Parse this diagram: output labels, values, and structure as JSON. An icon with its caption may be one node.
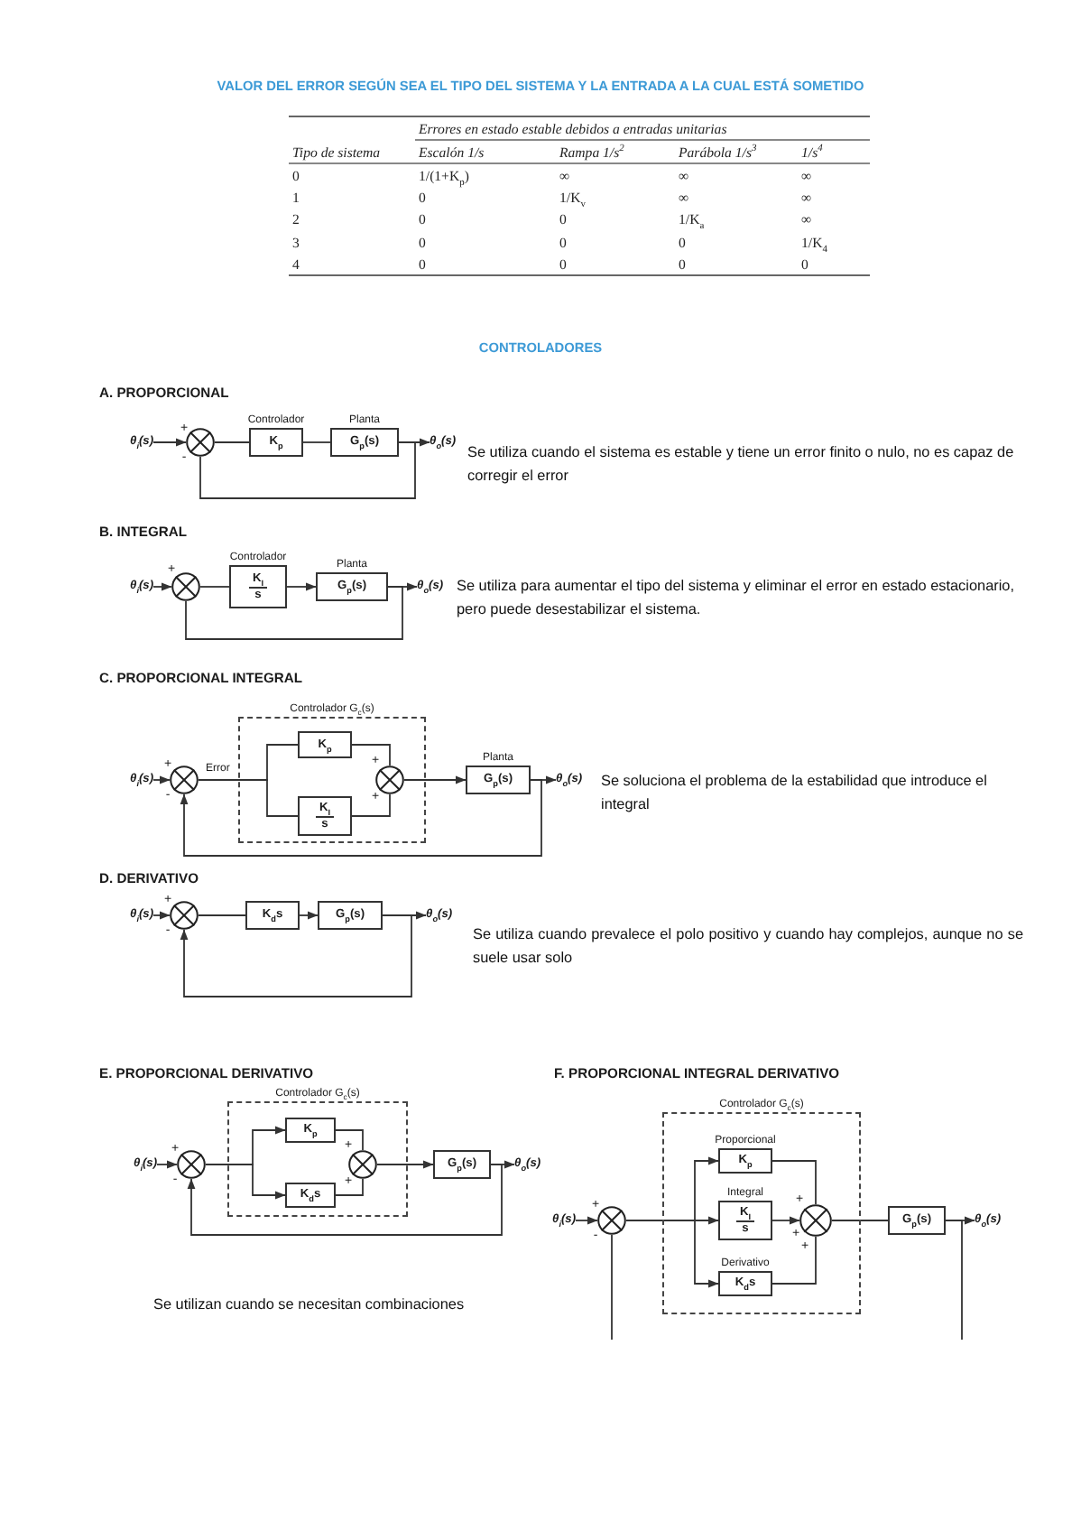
{
  "diagram": {
    "title": "VALOR DEL ERROR SEGÚN SEA EL TIPO DEL SISTEMA Y LA ENTRADA A LA CUAL ESTÁ SOMETIDO",
    "nodes": [
      {
        "text": [
          "θ$_{i}$(s)"
        ]
      },
      {
        "text": [],
        "shape": "circle",
        "beside": [
          "+",
          "-"
        ]
      },
      {
        "text": [
          "Controlador",
          "K$_{p}$"
        ]
      },
      {
        "text": [
          "Planta",
          "G$_{p}$(s)"
        ]
      },
      {
        "text": [
          "θ$_{o}$(s)"
        ]
      },
      {
        "text": [
          "θ$_{i}$(s)"
        ]
      },
      {
        "text": [],
        "shape": "circle",
        "beside": [
          "+"
        ]
      },
      {
        "text": [
          "Controlador",
          "K$_{I}$",
          "s"
        ]
      },
      {
        "text": [
          "Planta",
          "G$_{p}$(s)"
        ]
      },
      {
        "text": [
          "θ$_{o}$(s)"
        ]
      },
      {
        "text": [
          "θ$_{i}$(s)"
        ]
      },
      {
        "text": [],
        "shape": "circle",
        "beside": [
          "+",
          "-"
        ]
      },
      {
        "text": [
          "Controlador G$_{c}$(s)"
        ]
      },
      {
        "text": [
          "K$_{p}$"
        ],
        "in": 12
      },
      {
        "text": [
          "K$_{I}$",
          "s"
        ],
        "in": 12
      },
      {
        "text": [],
        "shape": "circle",
        "beside": [
          "+",
          "+"
        ],
        "in": 12
      },
      {
        "text": [
          "Planta",
          "G$_{p}$(s)"
        ]
      },
      {
        "text": [
          "θ$_{o}$(s)"
        ]
      },
      {
        "text": [
          "θ$_{i}$(s)"
        ]
      },
      {
        "text": [],
        "shape": "circle",
        "beside": [
          "+",
          "-"
        ]
      },
      {
        "text": [
          "K$_{d}$s"
        ]
      },
      {
        "text": [
          "G$_{p}$(s)"
        ]
      },
      {
        "text": [
          "θ$_{o}$(s)"
        ]
      },
      {
        "text": [
          "θ$_{i}$(s)"
        ]
      },
      {
        "text": [],
        "shape": "circle",
        "beside": [
          "+",
          "-"
        ]
      },
      {
        "text": [
          "Controlador G$_{c}$(s)"
        ]
      },
      {
        "text": [
          "K$_{p}$"
        ],
        "in": 25
      },
      {
        "text": [
          "K$_{d}$s"
        ],
        "in": 25
      },
      {
        "text": [],
        "shape": "circle",
        "beside": [
          "+",
          "+"
        ],
        "in": 25
      },
      {
        "text": [
          "G$_{p}$(s)"
        ]
      },
      {
        "text": [
          "θ$_{o}$(s)"
        ]
      },
      {
        "text": [
          "θ$_{i}$(s)"
        ]
      },
      {
        "text": [],
        "shape": "circle",
        "beside": [
          "+",
          "-"
        ]
      },
      {
        "text": [
          "Controlador G$_{c}$(s)"
        ]
      },
      {
        "text": [
          "Proporcional",
          "K$_{p}$"
        ],
        "in": 33
      },
      {
        "text": [
          "Integral",
          "K$_{I}$",
          "s"
        ],
        "in": 33
      },
      {
        "text": [
          "Derivativo",
          "K$_{d}$s"
        ],
        "in": 33
      },
      {
        "text": [],
        "shape": "circle",
        "beside": [
          "+",
          "+",
          "+"
        ],
        "in": 33
      },
      {
        "text": [
          "G$_{p}$(s)"
        ]
      },
      {
        "text": [
          "θ$_{o}$(s)"
        ]
      }
    ],
    "edges": [
      {
        "from": 0,
        "to": 1,
        "arrow": "to"
      },
      {
        "from": 1,
        "to": 2,
        "arrow": "none"
      },
      {
        "from": 2,
        "to": 3,
        "arrow": "none"
      },
      {
        "from": 3,
        "to": 4,
        "arrow": "to"
      },
      {
        "from": 3,
        "to": 1,
        "arrow": "none"
      },
      {
        "from": 5,
        "to": 6,
        "arrow": "to"
      },
      {
        "from": 6,
        "to": 7,
        "arrow": "none"
      },
      {
        "from": 7,
        "to": 8,
        "arrow": "to"
      },
      {
        "from": 8,
        "to": 9,
        "arrow": "to"
      },
      {
        "from": 8,
        "to": 6,
        "arrow": "none"
      },
      {
        "from": 10,
        "to": 11,
        "arrow": "to"
      },
      {
        "from": 11,
        "to": 13,
        "arrow": "none",
        "label": "Error"
      },
      {
        "from": 11,
        "to": 14,
        "arrow": "none"
      },
      {
        "from": 13,
        "to": 15,
        "arrow": "none"
      },
      {
        "from": 14,
        "to": 15,
        "arrow": "none"
      },
      {
        "from": 15,
        "to": 16,
        "arrow": "to"
      },
      {
        "from": 16,
        "to": 17,
        "arrow": "to"
      },
      {
        "from": 16,
        "to": 11,
        "arrow": "to"
      },
      {
        "from": 18,
        "to": 19,
        "arrow": "to"
      },
      {
        "from": 19,
        "to": 20,
        "arrow": "none"
      },
      {
        "from": 20,
        "to": 21,
        "arrow": "to"
      },
      {
        "from": 21,
        "to": 22,
        "arrow": "to"
      },
      {
        "from": 21,
        "to": 19,
        "arrow": "to"
      },
      {
        "from": 23,
        "to": 24,
        "arrow": "to"
      },
      {
        "from": 24,
        "to": 26,
        "arrow": "to"
      },
      {
        "from": 24,
        "to": 27,
        "arrow": "to"
      },
      {
        "from": 26,
        "to": 28,
        "arrow": "none"
      },
      {
        "from": 27,
        "to": 28,
        "arrow": "none"
      },
      {
        "from": 28,
        "to": 29,
        "arrow": "to"
      },
      {
        "from": 29,
        "to": 30,
        "arrow": "to"
      },
      {
        "from": 29,
        "to": 24,
        "arrow": "to"
      },
      {
        "from": 31,
        "to": 32,
        "arrow": "to"
      },
      {
        "from": 32,
        "to": 34,
        "arrow": "to"
      },
      {
        "from": 32,
        "to": 35,
        "arrow": "to"
      },
      {
        "from": 32,
        "to": 36,
        "arrow": "to"
      },
      {
        "from": 34,
        "to": 37,
        "arrow": "none"
      },
      {
        "from": 35,
        "to": 37,
        "arrow": "to"
      },
      {
        "from": 36,
        "to": 37,
        "arrow": "none"
      },
      {
        "from": 37,
        "to": 38,
        "arrow": "none"
      },
      {
        "from": 38,
        "to": 39,
        "arrow": "to"
      },
      {
        "from": 38,
        "to": null,
        "arrow": "none"
      },
      {
        "from": null,
        "to": 32,
        "arrow": "none"
      }
    ],
    "labels": [
      "Errores en estado estable debidos a entradas unitarias",
      "Tipo de sistema",
      "Escalón 1/s",
      "Rampa 1/s$^{2}$",
      "Parábola 1/s$^{3}$",
      "1/s$^{4}$",
      "0",
      "1/(1+K$_{p}$)",
      "∞",
      "∞",
      "∞",
      "1",
      "0",
      "1/K$_{v}$",
      "∞",
      "∞",
      "2",
      "0",
      "0",
      "1/K$_{a}$",
      "∞",
      "3",
      "0",
      "0",
      "0",
      "1/K$_{4}$",
      "4",
      "0",
      "0",
      "0",
      "0",
      "CONTROLADORES",
      "A. PROPORCIONAL",
      "Se utiliza cuando el sistema es estable y tiene un error finito o nulo, no es capaz de corregir el error",
      "B. INTEGRAL",
      "Se utiliza para aumentar el tipo del sistema y eliminar el error en estado estacionario, pero puede desestabilizar el sistema.",
      "C. PROPORCIONAL INTEGRAL",
      "Se soluciona el problema de la estabilidad que introduce el integral",
      "D. DERIVATIVO",
      "Se utiliza cuando prevalece el polo positivo y cuando hay complejos, aunque no se suele usar solo",
      "E. PROPORCIONAL DERIVATIVO",
      "F. PROPORCIONAL INTEGRAL DERIVATIVO",
      "Se utilizan cuando se necesitan combinaciones"
    ]
  }
}
